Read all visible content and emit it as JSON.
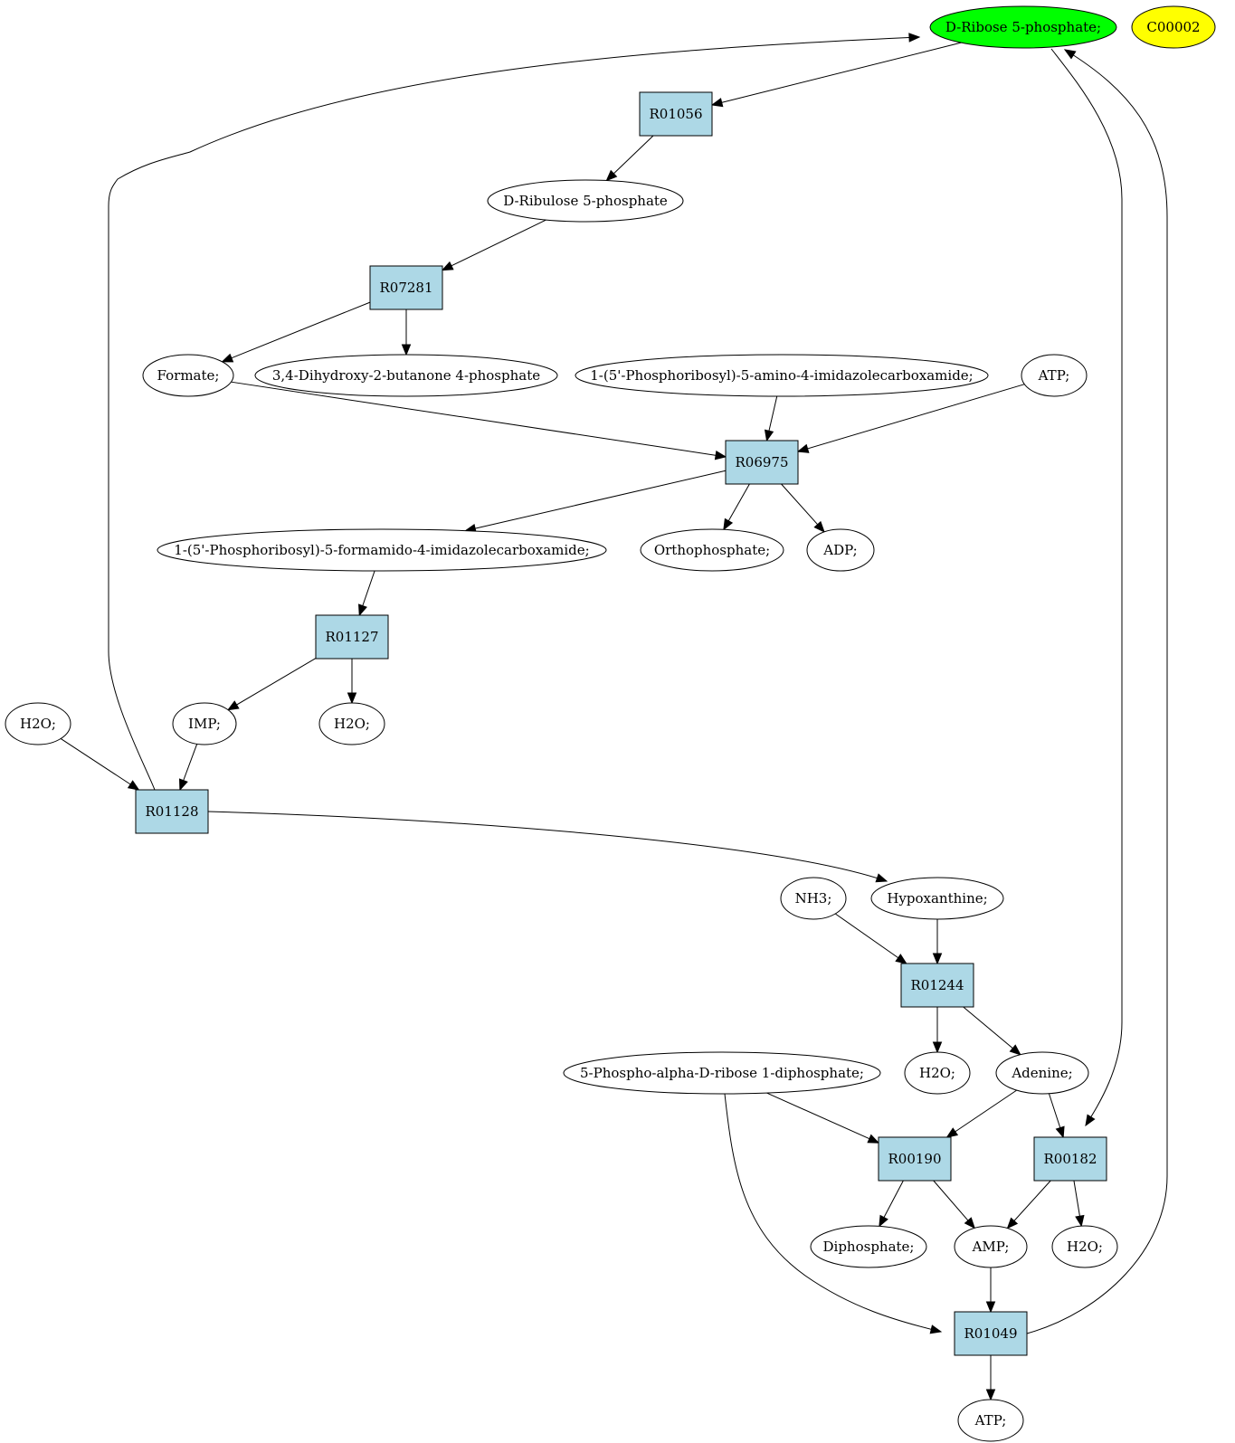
{
  "colors": {
    "reaction_fill": "#add8e6",
    "compound_fill": "#ffffff",
    "highlight_green": "#00ff00",
    "highlight_yellow": "#ffff00",
    "stroke": "#000000"
  },
  "nodes": {
    "ribose5p": {
      "label": "D-Ribose 5-phosphate;",
      "fill": "#00ff00"
    },
    "c00002": {
      "label": "C00002",
      "fill": "#ffff00"
    },
    "r01056": {
      "label": "R01056"
    },
    "ribulose5p": {
      "label": "D-Ribulose 5-phosphate"
    },
    "r07281": {
      "label": "R07281"
    },
    "formate": {
      "label": "Formate;"
    },
    "dihydroxybutanone": {
      "label": "3,4-Dihydroxy-2-butanone 4-phosphate"
    },
    "aicar": {
      "label": "1-(5'-Phosphoribosyl)-5-amino-4-imidazolecarboxamide;"
    },
    "atp_top": {
      "label": "ATP;"
    },
    "r06975": {
      "label": "R06975"
    },
    "faicar": {
      "label": "1-(5'-Phosphoribosyl)-5-formamido-4-imidazolecarboxamide;"
    },
    "orthophosphate": {
      "label": "Orthophosphate;"
    },
    "adp": {
      "label": "ADP;"
    },
    "r01127": {
      "label": "R01127"
    },
    "h2o_left": {
      "label": "H2O;"
    },
    "imp": {
      "label": "IMP;"
    },
    "h2o_r01127": {
      "label": "H2O;"
    },
    "r01128": {
      "label": "R01128"
    },
    "nh3": {
      "label": "NH3;"
    },
    "hypoxanthine": {
      "label": "Hypoxanthine;"
    },
    "r01244": {
      "label": "R01244"
    },
    "prpp": {
      "label": "5-Phospho-alpha-D-ribose 1-diphosphate;"
    },
    "h2o_r01244": {
      "label": "H2O;"
    },
    "adenine": {
      "label": "Adenine;"
    },
    "r00190": {
      "label": "R00190"
    },
    "r00182": {
      "label": "R00182"
    },
    "diphosphate": {
      "label": "Diphosphate;"
    },
    "amp": {
      "label": "AMP;"
    },
    "h2o_r00182": {
      "label": "H2O;"
    },
    "r01049": {
      "label": "R01049"
    },
    "atp_bottom": {
      "label": "ATP;"
    }
  },
  "edges": [
    {
      "from": "ribose5p",
      "to": "r01056"
    },
    {
      "from": "r01056",
      "to": "ribulose5p"
    },
    {
      "from": "ribulose5p",
      "to": "r07281"
    },
    {
      "from": "r07281",
      "to": "formate"
    },
    {
      "from": "r07281",
      "to": "dihydroxybutanone"
    },
    {
      "from": "formate",
      "to": "r06975"
    },
    {
      "from": "aicar",
      "to": "r06975"
    },
    {
      "from": "atp_top",
      "to": "r06975"
    },
    {
      "from": "r06975",
      "to": "faicar"
    },
    {
      "from": "r06975",
      "to": "orthophosphate"
    },
    {
      "from": "r06975",
      "to": "adp"
    },
    {
      "from": "faicar",
      "to": "r01127"
    },
    {
      "from": "r01127",
      "to": "imp"
    },
    {
      "from": "r01127",
      "to": "h2o_r01127"
    },
    {
      "from": "h2o_left",
      "to": "r01128"
    },
    {
      "from": "imp",
      "to": "r01128"
    },
    {
      "from": "r01128",
      "to": "ribose5p"
    },
    {
      "from": "r01128",
      "to": "hypoxanthine"
    },
    {
      "from": "nh3",
      "to": "r01244"
    },
    {
      "from": "hypoxanthine",
      "to": "r01244"
    },
    {
      "from": "r01244",
      "to": "h2o_r01244"
    },
    {
      "from": "r01244",
      "to": "adenine"
    },
    {
      "from": "prpp",
      "to": "r00190"
    },
    {
      "from": "adenine",
      "to": "r00190"
    },
    {
      "from": "adenine",
      "to": "r00182"
    },
    {
      "from": "ribose5p",
      "to": "r00182"
    },
    {
      "from": "r00190",
      "to": "diphosphate"
    },
    {
      "from": "r00190",
      "to": "amp"
    },
    {
      "from": "r00182",
      "to": "amp"
    },
    {
      "from": "r00182",
      "to": "h2o_r00182"
    },
    {
      "from": "amp",
      "to": "r01049"
    },
    {
      "from": "prpp",
      "to": "r01049"
    },
    {
      "from": "r01049",
      "to": "atp_bottom"
    },
    {
      "from": "r01049",
      "to": "ribose5p"
    }
  ]
}
